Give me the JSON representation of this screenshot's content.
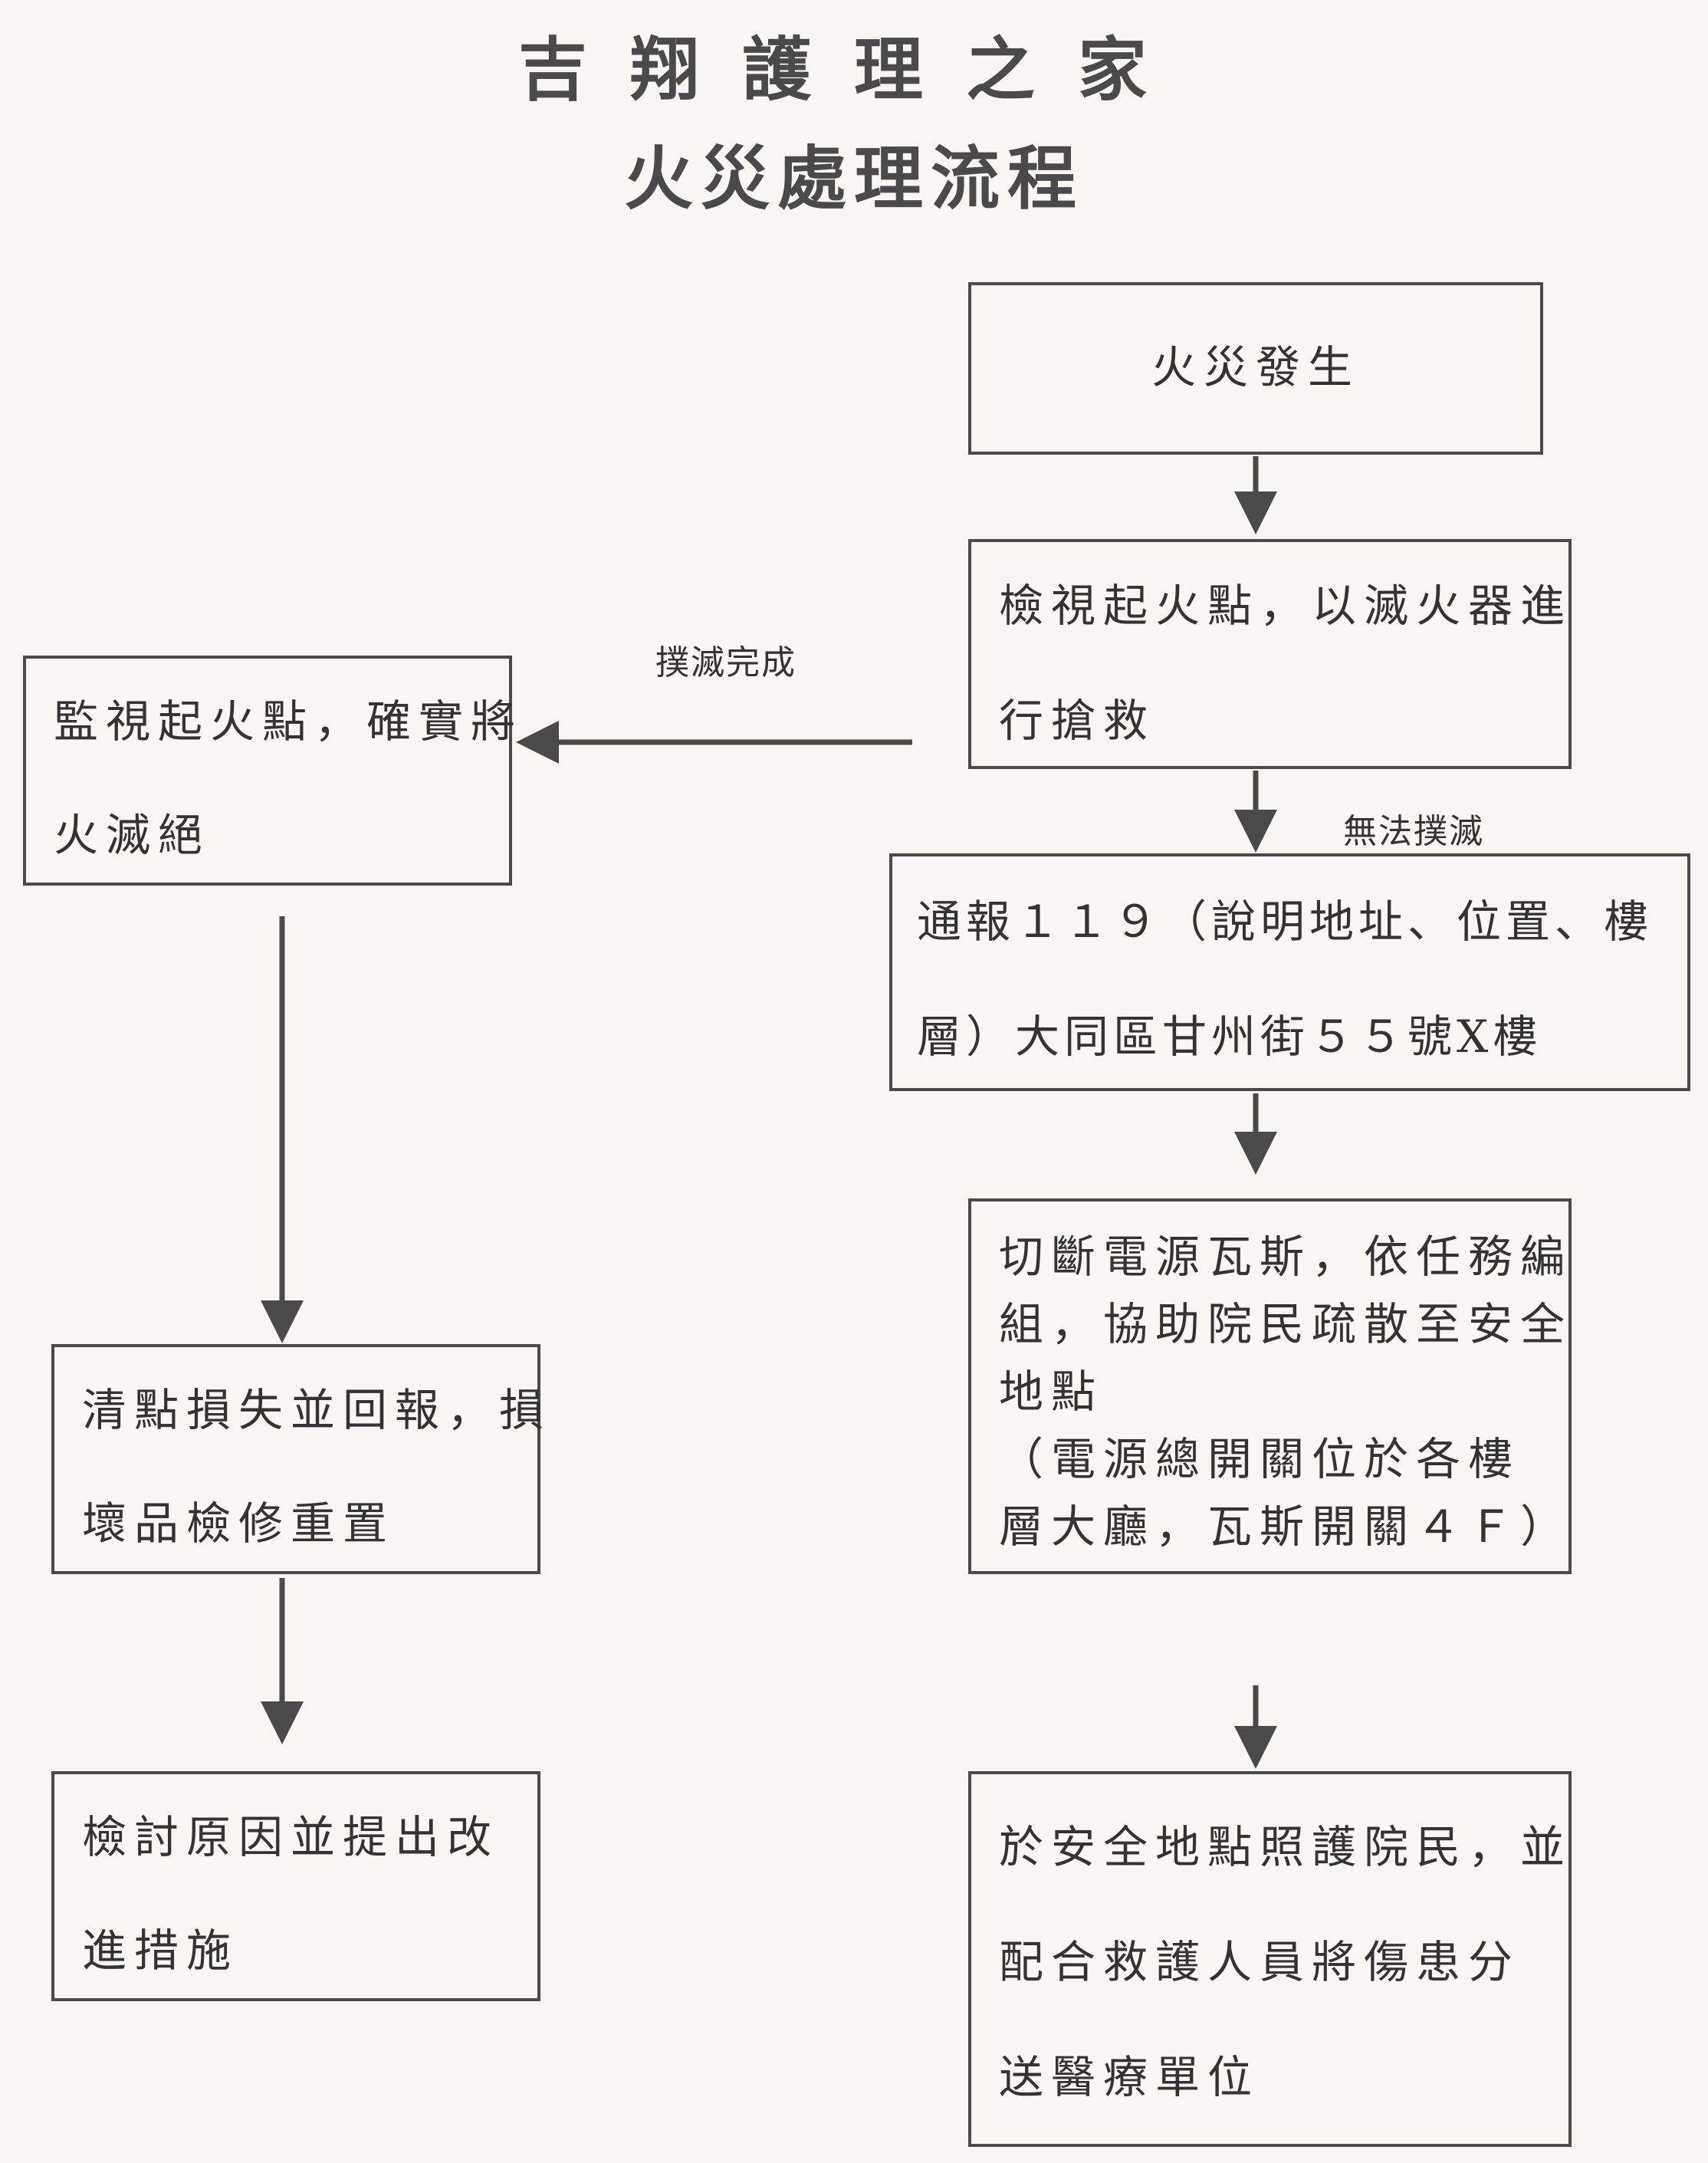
{
  "title": {
    "line1": "吉翔護理之家",
    "line2": "火災處理流程"
  },
  "nodes": {
    "fire_occurs": {
      "lines": [
        "火災發生"
      ]
    },
    "inspect_extinguish": {
      "lines": [
        "檢視起火點，以滅火器進",
        "行搶救"
      ]
    },
    "monitor": {
      "lines": [
        "監視起火點，確實將",
        "火滅絕"
      ]
    },
    "report_119": {
      "lines": [
        "通報１１９（說明地址、位置、樓",
        "層）大同區甘州街５５號X樓"
      ]
    },
    "cut_power": {
      "lines": [
        "切斷電源瓦斯，依任務編",
        "組，協助院民疏散至安全",
        "地點",
        "（電源總開關位於各樓",
        "層大廳，瓦斯開關４Ｆ）"
      ]
    },
    "count_loss": {
      "lines": [
        "清點損失並回報，損",
        "壞品檢修重置"
      ]
    },
    "care_residents": {
      "lines": [
        "於安全地點照護院民，並",
        "配合救護人員將傷患分",
        "送醫療單位"
      ]
    },
    "review": {
      "lines": [
        "檢討原因並提出改",
        "進措施"
      ]
    }
  },
  "edges": {
    "extinguished": "撲滅完成",
    "cannot_extinguish": "無法撲滅"
  }
}
